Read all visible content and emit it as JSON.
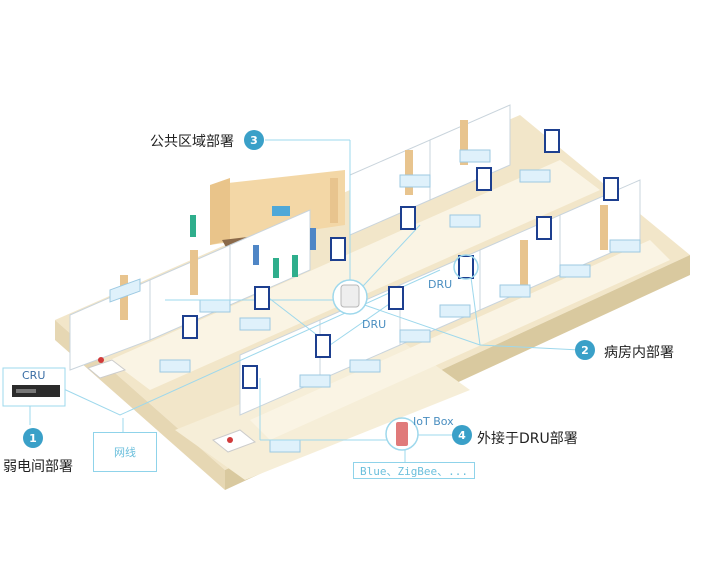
{
  "labels": {
    "public_area": "公共区域部署",
    "ward_inside": "病房内部署",
    "external_dru": "外接于DRU部署",
    "weak_room": "弱电间部署"
  },
  "badges": {
    "b1": "1",
    "b2": "2",
    "b3": "3",
    "b4": "4"
  },
  "devices": {
    "cru": "CRU",
    "dru_center": "DRU",
    "dru_right": "DRU",
    "iot_box": "IoT Box",
    "network": "网线",
    "protocols": "Blue、ZigBee、..."
  },
  "colors": {
    "accent": "#3aa0c8",
    "line": "#8fd3ea",
    "frame": "#1d3f8f"
  }
}
